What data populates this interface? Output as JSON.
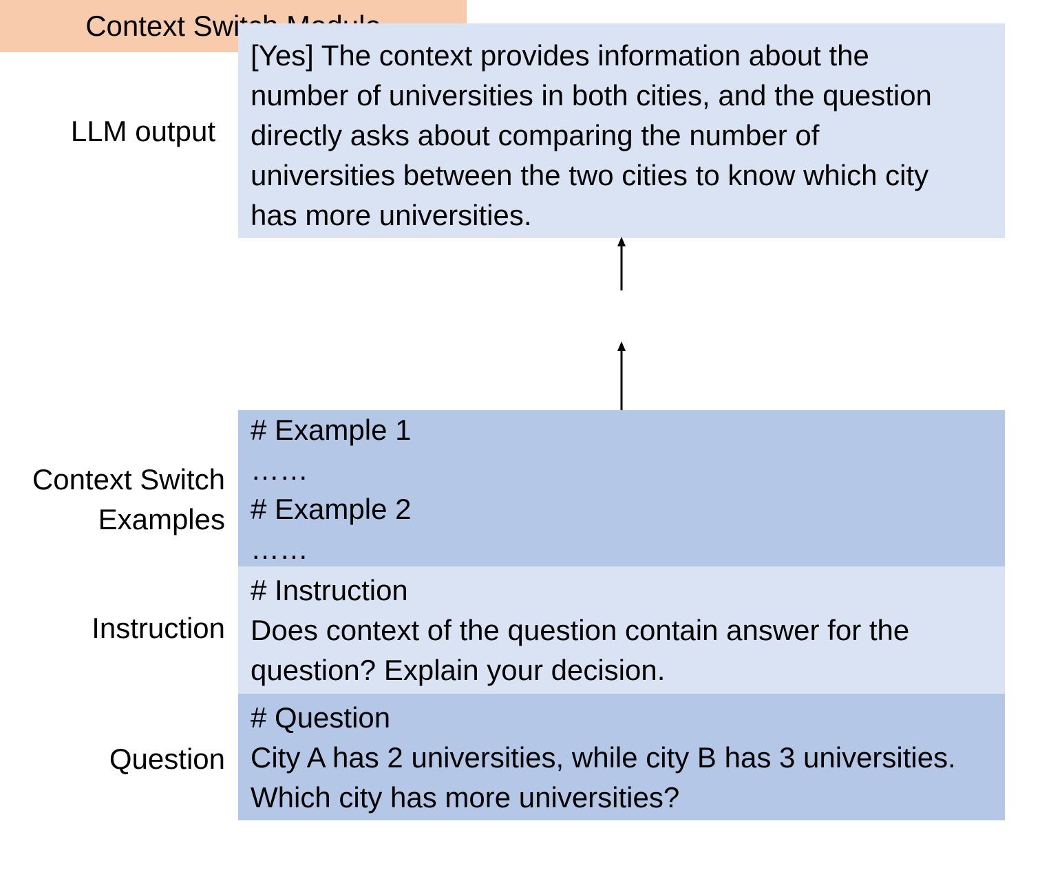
{
  "labels": {
    "llm_output": "LLM output",
    "context_switch_examples": [
      "Context Switch",
      "Examples"
    ],
    "instruction": "Instruction",
    "question": "Question"
  },
  "llm_output": {
    "lines": [
      "[Yes] The context provides information about the",
      "number of universities in both cities, and the question",
      "directly asks about comparing the number of",
      "universities between the two cities to know which city",
      "has more universities."
    ]
  },
  "module": {
    "title": "Context Switch Module"
  },
  "examples": {
    "lines": [
      "# Example 1",
      "……",
      "# Example 2",
      "……"
    ]
  },
  "instruction": {
    "heading": "# Instruction",
    "lines": [
      "Does context of the question contain answer for the",
      "question? Explain your decision."
    ]
  },
  "question": {
    "heading": "# Question",
    "lines": [
      "City A has 2 universities, while city B has 3 universities.",
      "Which city has more universities?"
    ]
  },
  "colors": {
    "light_box": "#dae3f3",
    "dark_box": "#b4c7e7",
    "module_box": "#f8cbad"
  }
}
